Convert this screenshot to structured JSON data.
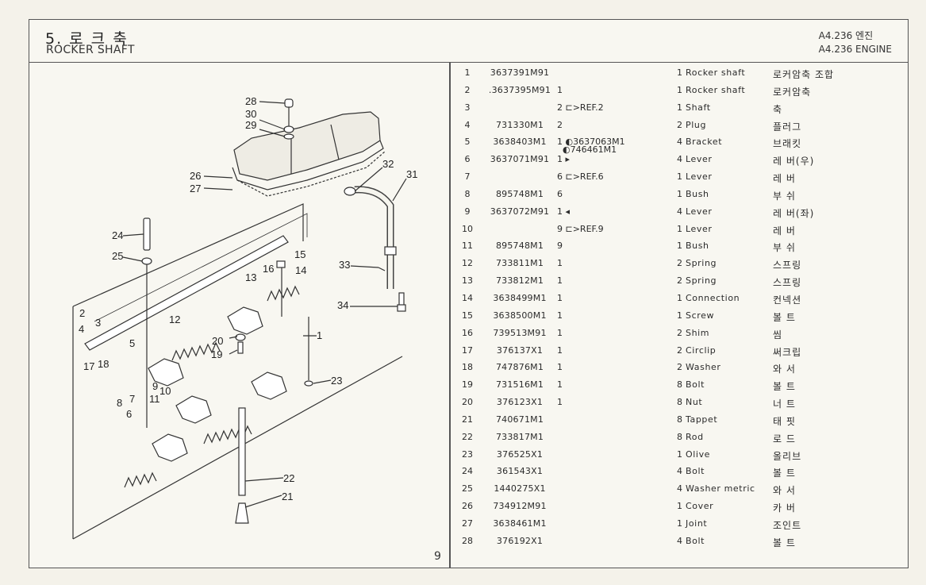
{
  "header": {
    "section_title_ko": "5. 로 크 축",
    "section_title_en": "ROCKER SHAFT",
    "engine_ko": "A4.236 엔진",
    "engine_en": "A4.236 ENGINE"
  },
  "page_number": "9",
  "diagram": {
    "callouts": [
      "1",
      "2",
      "3",
      "4",
      "5",
      "6",
      "7",
      "8",
      "9",
      "10",
      "11",
      "12",
      "13",
      "14",
      "15",
      "16",
      "17",
      "18",
      "19",
      "20",
      "21",
      "22",
      "23",
      "24",
      "25",
      "26",
      "27",
      "28",
      "29",
      "30",
      "31",
      "32",
      "33",
      "34"
    ]
  },
  "parts": [
    {
      "no": "1",
      "part": "3637391M91",
      "ref": "",
      "qty": "1",
      "desc": "Rocker shaft",
      "ko": "로커암축 조합"
    },
    {
      "no": "2",
      "part": ".3637395M91",
      "ref": "1",
      "qty": "1",
      "desc": "Rocker shaft",
      "ko": "로커암축"
    },
    {
      "no": "3",
      "part": "",
      "ref": "2 ⊏>REF.2",
      "qty": "1",
      "desc": "Shaft",
      "ko": "축"
    },
    {
      "no": "4",
      "part": "731330M1",
      "ref": "2",
      "qty": "2",
      "desc": "Plug",
      "ko": "플러그"
    },
    {
      "no": "5",
      "part": "3638403M1",
      "ref": "1 ◐3637063M1",
      "ref2": "◐746461M1",
      "qty": "4",
      "desc": "Bracket",
      "ko": "브래킷"
    },
    {
      "no": "6",
      "part": "3637071M91",
      "ref": "1 ▸",
      "qty": "4",
      "desc": "Lever",
      "ko": "레  버(우)"
    },
    {
      "no": "7",
      "part": "",
      "ref": "6 ⊏>REF.6",
      "qty": "1",
      "desc": "Lever",
      "ko": "레  버"
    },
    {
      "no": "8",
      "part": "895748M1",
      "ref": "6",
      "qty": "1",
      "desc": "Bush",
      "ko": "부  쉬"
    },
    {
      "no": "9",
      "part": "3637072M91",
      "ref": "1 ◂",
      "qty": "4",
      "desc": "Lever",
      "ko": "레  버(좌)"
    },
    {
      "no": "10",
      "part": "",
      "ref": "9 ⊏>REF.9",
      "qty": "1",
      "desc": "Lever",
      "ko": "레  버"
    },
    {
      "no": "11",
      "part": "895748M1",
      "ref": "9",
      "qty": "1",
      "desc": "Bush",
      "ko": "부  쉬"
    },
    {
      "no": "12",
      "part": "733811M1",
      "ref": "1",
      "qty": "2",
      "desc": "Spring",
      "ko": "스프링"
    },
    {
      "no": "13",
      "part": "733812M1",
      "ref": "1",
      "qty": "2",
      "desc": "Spring",
      "ko": "스프링"
    },
    {
      "no": "14",
      "part": "3638499M1",
      "ref": "1",
      "qty": "1",
      "desc": "Connection",
      "ko": "컨넥션"
    },
    {
      "no": "15",
      "part": "3638500M1",
      "ref": "1",
      "qty": "1",
      "desc": "Screw",
      "ko": "볼  트"
    },
    {
      "no": "16",
      "part": "739513M91",
      "ref": "1",
      "qty": "2",
      "desc": "Shim",
      "ko": "씸"
    },
    {
      "no": "17",
      "part": "376137X1",
      "ref": "1",
      "qty": "2",
      "desc": "Circlip",
      "ko": "써크립"
    },
    {
      "no": "18",
      "part": "747876M1",
      "ref": "1",
      "qty": "2",
      "desc": "Washer",
      "ko": "와  서"
    },
    {
      "no": "19",
      "part": "731516M1",
      "ref": "1",
      "qty": "8",
      "desc": "Bolt",
      "ko": "볼  트"
    },
    {
      "no": "20",
      "part": "376123X1",
      "ref": "1",
      "qty": "8",
      "desc": "Nut",
      "ko": "너  트"
    },
    {
      "no": "21",
      "part": "740671M1",
      "ref": "",
      "qty": "8",
      "desc": "Tappet",
      "ko": "태  핏"
    },
    {
      "no": "22",
      "part": "733817M1",
      "ref": "",
      "qty": "8",
      "desc": "Rod",
      "ko": "로  드"
    },
    {
      "no": "23",
      "part": "376525X1",
      "ref": "",
      "qty": "1",
      "desc": "Olive",
      "ko": "올리브"
    },
    {
      "no": "24",
      "part": "361543X1",
      "ref": "",
      "qty": "4",
      "desc": "Bolt",
      "ko": "볼  트"
    },
    {
      "no": "25",
      "part": "1440275X1",
      "ref": "",
      "qty": "4",
      "desc": "Washer metric",
      "ko": "와  서"
    },
    {
      "no": "26",
      "part": "734912M91",
      "ref": "",
      "qty": "1",
      "desc": "Cover",
      "ko": "카  버"
    },
    {
      "no": "27",
      "part": "3638461M1",
      "ref": "",
      "qty": "1",
      "desc": "Joint",
      "ko": "조인트"
    },
    {
      "no": "28",
      "part": "376192X1",
      "ref": "",
      "qty": "4",
      "desc": "Bolt",
      "ko": "볼  트"
    }
  ]
}
